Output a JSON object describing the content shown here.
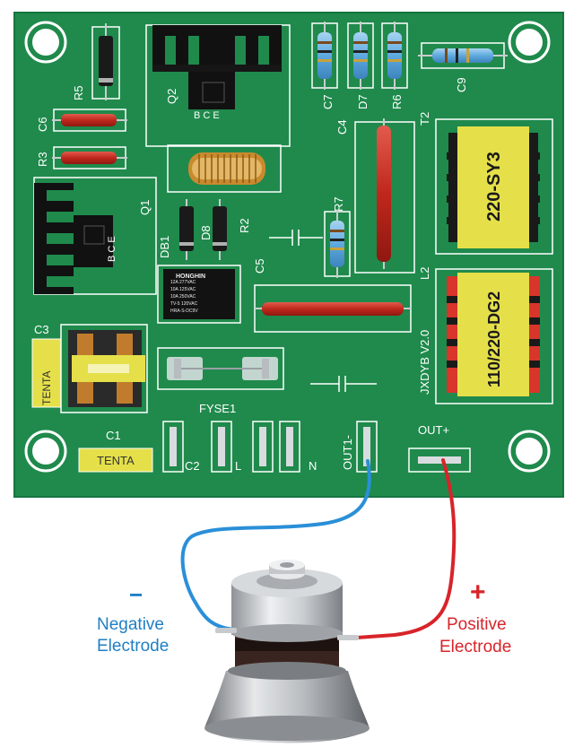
{
  "board": {
    "designators": {
      "r5": "R5",
      "c6": "C6",
      "r3": "R3",
      "q2": "Q2",
      "q1": "Q1",
      "c7": "C7",
      "d7": "D7",
      "r6": "R6",
      "c9": "C9",
      "c4": "C4",
      "t2": "T2",
      "db1": "DB1",
      "d8": "D8",
      "r2": "R2",
      "r7": "R7",
      "c5": "C5",
      "l2": "L2",
      "c3": "C3",
      "c1": "C1",
      "c2": "C2",
      "l": "L",
      "n": "N",
      "out_minus": "OUT1-",
      "out_plus": "OUT+",
      "fuse": "FYSE1",
      "version": "JXDYB V2.0",
      "bce_q2": "B C E",
      "bce_q1": "B C E"
    },
    "transformer_t2": "220-SY3",
    "transformer_l2": "110/220-DG2",
    "tenta_c3": "TENTA",
    "tenta_c1": "TENTA",
    "relay_brand": "HONGHIN"
  },
  "legend": {
    "negative_symbol": "−",
    "negative_line1": "Negative",
    "negative_line2": "Electrode",
    "positive_symbol": "+",
    "positive_line1": "Positive",
    "positive_line2": "Electrode"
  },
  "colors": {
    "pcb": "#1f8a4c",
    "negative_wire": "#2a8fd8",
    "positive_wire": "#d8242a",
    "transformer": "#e5e04a"
  }
}
